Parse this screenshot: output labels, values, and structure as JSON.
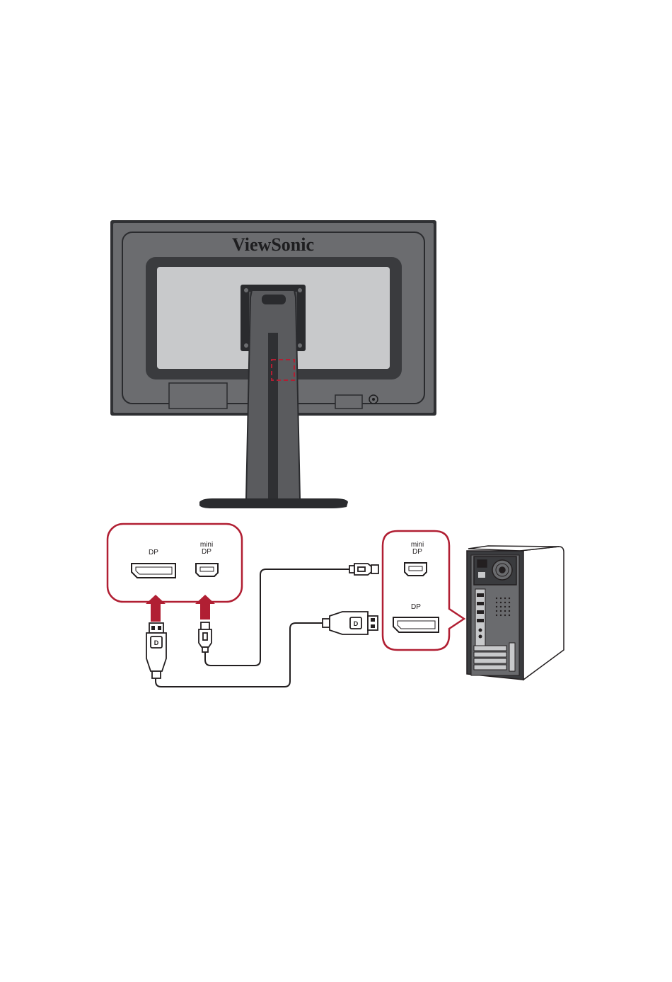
{
  "monitor": {
    "brand": "ViewSonic"
  },
  "monitor_ports": {
    "dp_label": "DP",
    "mini_dp_label_line1": "mini",
    "mini_dp_label_line2": "DP"
  },
  "computer_ports": {
    "mini_dp_label_line1": "mini",
    "mini_dp_label_line2": "DP",
    "dp_label": "DP"
  },
  "colors": {
    "accent_red": "#b11f33",
    "monitor_dark": "#4a4b4e",
    "monitor_mid": "#6a6b6e",
    "monitor_light": "#c8c9cb",
    "line": "#231f20"
  }
}
